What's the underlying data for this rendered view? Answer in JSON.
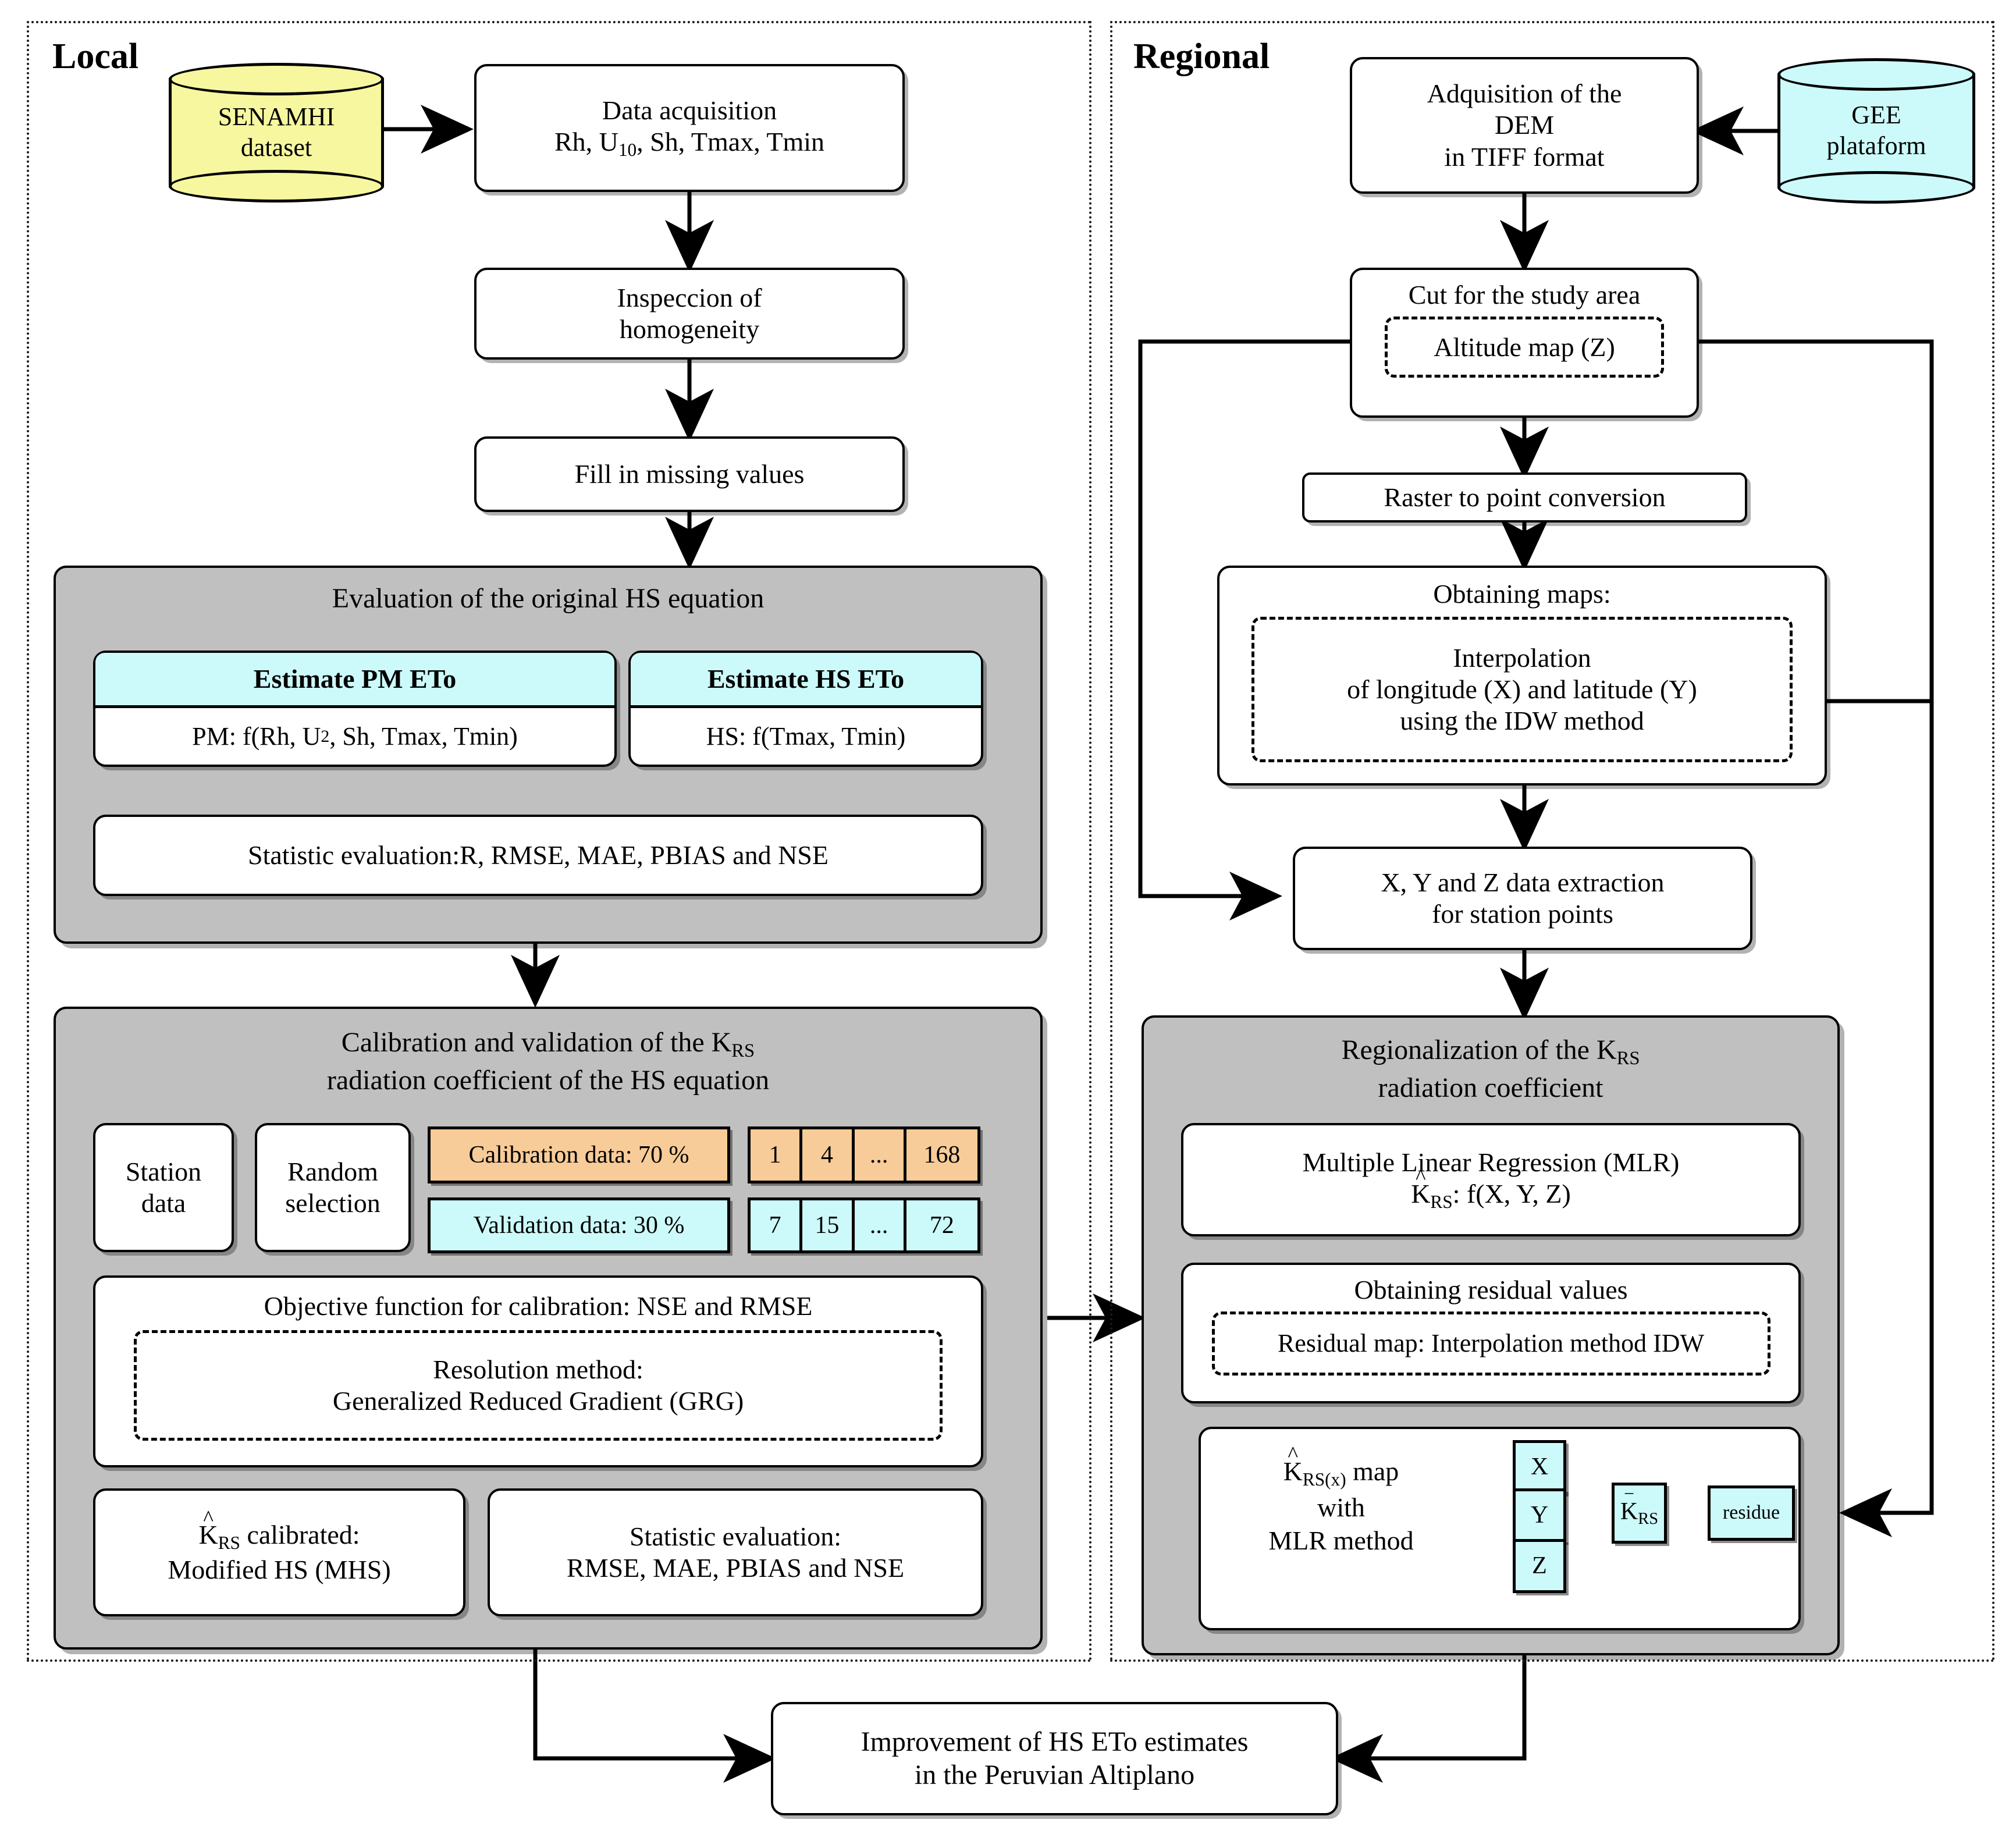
{
  "regions": {
    "local": {
      "label": "Local"
    },
    "regional": {
      "label": "Regional"
    }
  },
  "local": {
    "senamhi": {
      "line1": "SENAMHI",
      "line2": "dataset",
      "color": "#f7f7a0"
    },
    "data_acquisition": {
      "line1": "Data acquisition",
      "line2_pre": "Rh, U",
      "line2_sub": "10",
      "line2_post": ", Sh, Tmax, Tmin"
    },
    "inspection": {
      "line1": "Inspeccion of",
      "line2": "homogeneity"
    },
    "fill_missing": {
      "line1": "Fill in missing values"
    },
    "eval_panel": {
      "title": "Evaluation of the original HS equation",
      "pm_head": "Estimate PM ETo",
      "pm_body_pre": "PM: f(Rh, U",
      "pm_body_sub": "2",
      "pm_body_post": ", Sh, Tmax, Tmin)",
      "hs_head": "Estimate HS ETo",
      "hs_body": "HS: f(Tmax, Tmin)",
      "stat_pre": "Statistic evaluation:",
      "stat_r": "R",
      "stat_r_sup": "",
      "stat_post": ", RMSE, MAE, PBIAS and NSE",
      "head_color": "#ccfafa"
    },
    "calib_panel": {
      "title_line1_pre": "Calibration and validation of the K",
      "title_line1_sub": "RS",
      "title_line2": "radiation coefficient of the HS equation",
      "station_data": {
        "line1": "Station",
        "line2": "data"
      },
      "random_selection": {
        "line1": "Random",
        "line2": "selection"
      },
      "calibration_label": "Calibration data: 70 %",
      "calibration_cells": [
        "1",
        "4",
        "...",
        "168"
      ],
      "calibration_color": "#f8cc98",
      "validation_label": "Validation data: 30 %",
      "validation_cells": [
        "7",
        "15",
        "...",
        "72"
      ],
      "validation_color": "#ccfafa",
      "objective": "Objective function for calibration: NSE and RMSE",
      "resolution_line1": "Resolution method:",
      "resolution_line2": "Generalized Reduced Gradient (GRG)",
      "krs_calibrated_line1_pre": "K",
      "krs_calibrated_line1_sub": "RS",
      "krs_calibrated_line1_post": " calibrated:",
      "krs_calibrated_line2": "Modified HS (MHS)",
      "stat_eval_line1": "Statistic evaluation:",
      "stat_eval_line2": "RMSE, MAE, PBIAS and NSE"
    }
  },
  "regional": {
    "gee": {
      "line1": "GEE",
      "line2": "plataform",
      "color": "#ccfafa"
    },
    "dem": {
      "line1": "Adquisition of the",
      "line2": "DEM",
      "line3": "in TIFF format"
    },
    "cut_study": {
      "title": "Cut for the study area",
      "dashed": "Altitude map (Z)"
    },
    "raster": {
      "label": "Raster to point conversion"
    },
    "obtaining_maps": {
      "title": "Obtaining maps:",
      "dashed_line1": "Interpolation",
      "dashed_line2": "of longitude (X) and latitude (Y)",
      "dashed_line3": "using the IDW method"
    },
    "extraction": {
      "line1": "X, Y and Z data extraction",
      "line2": "for station points"
    },
    "regionalization_panel": {
      "title_line1_pre": "Regionalization of the K",
      "title_line1_sub": "RS",
      "title_line2": "radiation coefficient",
      "mlr_line1": "Multiple Linear Regression (MLR)",
      "mlr_line2_pre": "K",
      "mlr_line2_sub": "RS",
      "mlr_line2_post": ": f(X, Y, Z)",
      "residual_title": "Obtaining residual values",
      "residual_dashed": "Residual map: Interpolation method IDW",
      "map_label_line1_pre": "K",
      "map_label_line1_sub": "RS(x)",
      "map_label_line1_post": " map",
      "map_label_line2": "with",
      "map_label_line3": "MLR method",
      "var_x": "X",
      "var_y": "Y",
      "var_z": "Z",
      "krs_out_pre": "K",
      "krs_out_sub": "RS",
      "residue": "residue",
      "box_color": "#ccfafa"
    }
  },
  "footer": {
    "line1": "Improvement of HS ETo estimates",
    "line2": "in the Peruvian Altiplano"
  },
  "colors": {
    "panel_gray": "#c0c0c0",
    "cyan": "#ccfafa",
    "orange": "#f8cc98",
    "yellow": "#f7f7a0",
    "line": "#000000"
  }
}
